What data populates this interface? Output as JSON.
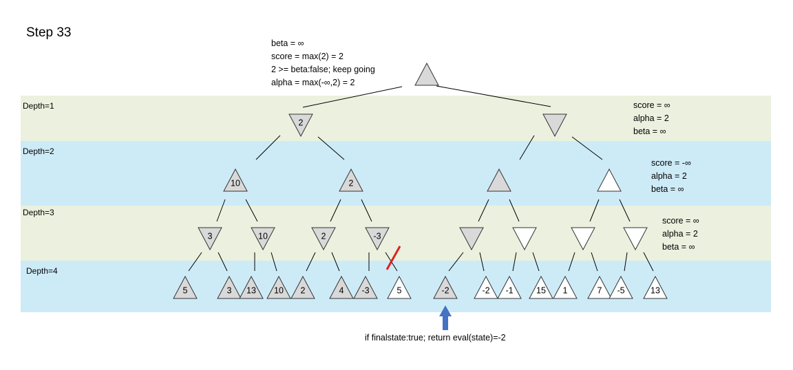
{
  "title": "Step 33",
  "colors": {
    "band_green": "#ebf1de",
    "band_blue": "#cdebf7",
    "node_gray": "#d9d9d9",
    "node_white": "#ffffff",
    "outline": "#333333",
    "cut_mark": "#e0201b",
    "arrow": "#4472c4"
  },
  "depth_labels": [
    "Depth=1",
    "Depth=2",
    "Depth=3",
    "Depth=4"
  ],
  "root_note": [
    "beta = ∞",
    "score = max(2) = 2",
    "2 >= beta:false; keep going",
    "alpha = max(-∞,2) = 2"
  ],
  "side_notes": {
    "depth1": [
      "score = ∞",
      "alpha = 2",
      "beta = ∞"
    ],
    "depth2": [
      "score = -∞",
      "alpha = 2",
      "beta = ∞"
    ],
    "depth3": [
      "score = ∞",
      "alpha = 2",
      "beta = ∞"
    ]
  },
  "bottom_note": "if finalstate:true; return eval(state)=-2",
  "tree": {
    "root": {
      "label": "",
      "shade": "gray",
      "type": "max"
    },
    "depth1": [
      {
        "label": "2",
        "shade": "gray",
        "type": "min"
      },
      {
        "label": "",
        "shade": "gray",
        "type": "min"
      }
    ],
    "depth2": [
      {
        "label": "10",
        "shade": "gray",
        "type": "max"
      },
      {
        "label": "2",
        "shade": "gray",
        "type": "max"
      },
      {
        "label": "",
        "shade": "gray",
        "type": "max"
      },
      {
        "label": "",
        "shade": "white",
        "type": "max"
      }
    ],
    "depth3": [
      {
        "label": "3",
        "shade": "gray",
        "type": "min"
      },
      {
        "label": "10",
        "shade": "gray",
        "type": "min"
      },
      {
        "label": "2",
        "shade": "gray",
        "type": "min"
      },
      {
        "label": "-3",
        "shade": "gray",
        "type": "min"
      },
      {
        "label": "",
        "shade": "gray",
        "type": "min"
      },
      {
        "label": "",
        "shade": "white",
        "type": "min"
      },
      {
        "label": "",
        "shade": "white",
        "type": "min"
      },
      {
        "label": "",
        "shade": "white",
        "type": "min"
      }
    ],
    "leaves": [
      {
        "label": "5",
        "shade": "gray"
      },
      {
        "label": "3",
        "shade": "gray"
      },
      {
        "label": "13",
        "shade": "gray"
      },
      {
        "label": "10",
        "shade": "gray"
      },
      {
        "label": "2",
        "shade": "gray"
      },
      {
        "label": "4",
        "shade": "gray"
      },
      {
        "label": "-3",
        "shade": "gray"
      },
      {
        "label": "5",
        "shade": "white"
      },
      {
        "label": "-2",
        "shade": "gray"
      },
      {
        "label": "-2",
        "shade": "white"
      },
      {
        "label": "-1",
        "shade": "white"
      },
      {
        "label": "15",
        "shade": "white"
      },
      {
        "label": "1",
        "shade": "white"
      },
      {
        "label": "7",
        "shade": "white"
      },
      {
        "label": "-5",
        "shade": "white"
      },
      {
        "label": "13",
        "shade": "white"
      }
    ],
    "pruned_leaf_index": 7,
    "current_leaf_index": 8
  }
}
